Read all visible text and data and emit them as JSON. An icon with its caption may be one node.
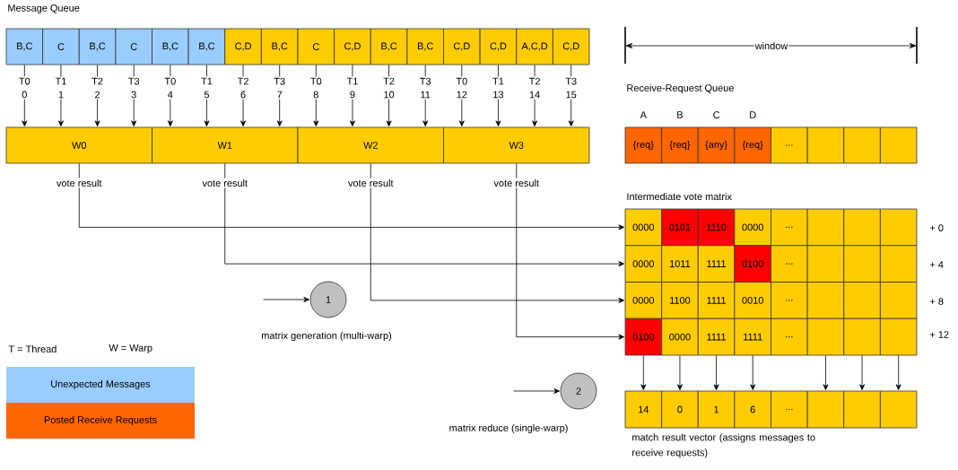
{
  "diagram": {
    "nodes": [
      {
        "text": [
          "B,C"
        ]
      },
      {
        "text": [
          "C"
        ]
      },
      {
        "text": [
          "B,C"
        ]
      },
      {
        "text": [
          "C"
        ]
      },
      {
        "text": [
          "B,C"
        ]
      },
      {
        "text": [
          "B,C"
        ]
      },
      {
        "text": [
          "C,D"
        ]
      },
      {
        "text": [
          "B,C"
        ]
      },
      {
        "text": [
          "C"
        ]
      },
      {
        "text": [
          "C,D"
        ]
      },
      {
        "text": [
          "B,C"
        ]
      },
      {
        "text": [
          "B,C"
        ]
      },
      {
        "text": [
          "C,D"
        ]
      },
      {
        "text": [
          "C,D"
        ]
      },
      {
        "text": [
          "A,C,D"
        ]
      },
      {
        "text": [
          "C,D"
        ]
      },
      {
        "text": [
          "T0",
          "0"
        ]
      },
      {
        "text": [
          "T1",
          "1"
        ]
      },
      {
        "text": [
          "T2",
          "2"
        ]
      },
      {
        "text": [
          "T3",
          "3"
        ]
      },
      {
        "text": [
          "T0",
          "4"
        ]
      },
      {
        "text": [
          "T1",
          "5"
        ]
      },
      {
        "text": [
          "T2",
          "6"
        ]
      },
      {
        "text": [
          "T3",
          "7"
        ]
      },
      {
        "text": [
          "T0",
          "8"
        ]
      },
      {
        "text": [
          "T1",
          "9"
        ]
      },
      {
        "text": [
          "T2",
          "10"
        ]
      },
      {
        "text": [
          "T3",
          "11"
        ]
      },
      {
        "text": [
          "T0",
          "12"
        ]
      },
      {
        "text": [
          "T1",
          "13"
        ]
      },
      {
        "text": [
          "T2",
          "14"
        ]
      },
      {
        "text": [
          "T3",
          "15"
        ]
      },
      {
        "text": [
          "W0"
        ]
      },
      {
        "text": [
          "W1"
        ]
      },
      {
        "text": [
          "W2"
        ]
      },
      {
        "text": [
          "W3"
        ]
      },
      {
        "text": [
          "vote result"
        ]
      },
      {
        "text": [
          "vote result"
        ]
      },
      {
        "text": [
          "vote result"
        ]
      },
      {
        "text": [
          "vote result"
        ]
      },
      {
        "text": [
          "{req}"
        ],
        "beside": [
          "A"
        ]
      },
      {
        "text": [
          "{req}"
        ],
        "beside": [
          "B"
        ]
      },
      {
        "text": [
          "{any}"
        ],
        "beside": [
          "C"
        ]
      },
      {
        "text": [
          "{req}"
        ],
        "beside": [
          "D"
        ]
      },
      {
        "text": [
          "..."
        ]
      },
      {
        "text": [],
        "shape": "box"
      },
      {
        "text": [],
        "shape": "box"
      },
      {
        "text": [],
        "shape": "box"
      },
      {
        "text": [
          "0000"
        ]
      },
      {
        "text": [
          "0101"
        ]
      },
      {
        "text": [
          "1110"
        ]
      },
      {
        "text": [
          "0000"
        ]
      },
      {
        "text": [
          "..."
        ]
      },
      {
        "text": [],
        "shape": "box"
      },
      {
        "text": [],
        "shape": "box"
      },
      {
        "text": [],
        "shape": "box"
      },
      {
        "text": [
          "0000"
        ]
      },
      {
        "text": [
          "1011"
        ]
      },
      {
        "text": [
          "1111"
        ]
      },
      {
        "text": [
          "0100"
        ]
      },
      {
        "text": [
          "..."
        ]
      },
      {
        "text": [],
        "shape": "box"
      },
      {
        "text": [],
        "shape": "box"
      },
      {
        "text": [],
        "shape": "box"
      },
      {
        "text": [
          "0000"
        ]
      },
      {
        "text": [
          "1100"
        ]
      },
      {
        "text": [
          "1111"
        ]
      },
      {
        "text": [
          "0010"
        ]
      },
      {
        "text": [
          "..."
        ]
      },
      {
        "text": [],
        "shape": "box"
      },
      {
        "text": [],
        "shape": "box"
      },
      {
        "text": [],
        "shape": "box"
      },
      {
        "text": [
          "0100"
        ]
      },
      {
        "text": [
          "0000"
        ]
      },
      {
        "text": [
          "1111"
        ]
      },
      {
        "text": [
          "1111"
        ]
      },
      {
        "text": [
          "..."
        ]
      },
      {
        "text": [],
        "shape": "box"
      },
      {
        "text": [],
        "shape": "box"
      },
      {
        "text": [],
        "shape": "box"
      },
      {
        "text": [
          "14"
        ]
      },
      {
        "text": [
          "0"
        ]
      },
      {
        "text": [
          "1"
        ]
      },
      {
        "text": [
          "6"
        ]
      },
      {
        "text": [
          "..."
        ]
      },
      {
        "text": [],
        "shape": "box"
      },
      {
        "text": [],
        "shape": "box"
      },
      {
        "text": [],
        "shape": "box"
      },
      {
        "text": [
          "1"
        ],
        "beside": [
          "matrix generation (multi-warp)"
        ]
      },
      {
        "text": [
          "2"
        ],
        "beside": [
          "matrix reduce (single-warp)"
        ]
      }
    ],
    "edges": [
      {
        "from": 0,
        "to": 16,
        "arrow": "none"
      },
      {
        "from": 1,
        "to": 17,
        "arrow": "none"
      },
      {
        "from": 2,
        "to": 18,
        "arrow": "none"
      },
      {
        "from": 3,
        "to": 19,
        "arrow": "none"
      },
      {
        "from": 4,
        "to": 20,
        "arrow": "none"
      },
      {
        "from": 5,
        "to": 21,
        "arrow": "none"
      },
      {
        "from": 6,
        "to": 22,
        "arrow": "none"
      },
      {
        "from": 7,
        "to": 23,
        "arrow": "none"
      },
      {
        "from": 8,
        "to": 24,
        "arrow": "none"
      },
      {
        "from": 9,
        "to": 25,
        "arrow": "none"
      },
      {
        "from": 10,
        "to": 26,
        "arrow": "none"
      },
      {
        "from": 11,
        "to": 27,
        "arrow": "none"
      },
      {
        "from": 12,
        "to": 28,
        "arrow": "none"
      },
      {
        "from": 13,
        "to": 29,
        "arrow": "none"
      },
      {
        "from": 14,
        "to": 30,
        "arrow": "none"
      },
      {
        "from": 15,
        "to": 31,
        "arrow": "none"
      },
      {
        "from": 16,
        "to": 32,
        "arrow": "to"
      },
      {
        "from": 17,
        "to": 32,
        "arrow": "to"
      },
      {
        "from": 18,
        "to": 32,
        "arrow": "to"
      },
      {
        "from": 19,
        "to": 32,
        "arrow": "to"
      },
      {
        "from": 20,
        "to": 33,
        "arrow": "to"
      },
      {
        "from": 21,
        "to": 33,
        "arrow": "to"
      },
      {
        "from": 22,
        "to": 33,
        "arrow": "to"
      },
      {
        "from": 23,
        "to": 33,
        "arrow": "to"
      },
      {
        "from": 24,
        "to": 34,
        "arrow": "to"
      },
      {
        "from": 25,
        "to": 34,
        "arrow": "to"
      },
      {
        "from": 26,
        "to": 34,
        "arrow": "to"
      },
      {
        "from": 27,
        "to": 34,
        "arrow": "to"
      },
      {
        "from": 28,
        "to": 35,
        "arrow": "to"
      },
      {
        "from": 29,
        "to": 35,
        "arrow": "to"
      },
      {
        "from": 30,
        "to": 35,
        "arrow": "to"
      },
      {
        "from": 31,
        "to": 35,
        "arrow": "to"
      },
      {
        "from": 32,
        "to": 36,
        "arrow": "none"
      },
      {
        "from": 33,
        "to": 37,
        "arrow": "none"
      },
      {
        "from": 34,
        "to": 38,
        "arrow": "none"
      },
      {
        "from": 35,
        "to": 39,
        "arrow": "none"
      },
      {
        "from": 36,
        "to": 48,
        "arrow": "to"
      },
      {
        "from": 37,
        "to": 56,
        "arrow": "to"
      },
      {
        "from": 38,
        "to": 64,
        "arrow": "to"
      },
      {
        "from": 39,
        "to": 72,
        "arrow": "to"
      },
      {
        "from": 72,
        "to": 80,
        "arrow": "to"
      },
      {
        "from": 73,
        "to": 81,
        "arrow": "to"
      },
      {
        "from": 74,
        "to": 82,
        "arrow": "to"
      },
      {
        "from": 75,
        "to": 83,
        "arrow": "to"
      },
      {
        "from": 77,
        "to": 85,
        "arrow": "to"
      },
      {
        "from": 78,
        "to": 86,
        "arrow": "to"
      },
      {
        "from": 79,
        "to": 87,
        "arrow": "to"
      },
      {
        "from": null,
        "to": 88,
        "arrow": "to"
      },
      {
        "from": null,
        "to": 89,
        "arrow": "to"
      }
    ],
    "labels": [
      "Message Queue",
      "window",
      "Receive-Request Queue",
      "Intermediate vote matrix",
      "+ 0",
      "+ 4",
      "+ 8",
      "+ 12",
      "T = Thread",
      "W = Warp",
      "match result vector (assigns messages to receive requests)"
    ],
    "legend": [
      {
        "text": "Unexpected Messages",
        "color": "#99ccff"
      },
      {
        "text": "Posted Receive Requests",
        "color": "#ff6600"
      }
    ]
  }
}
